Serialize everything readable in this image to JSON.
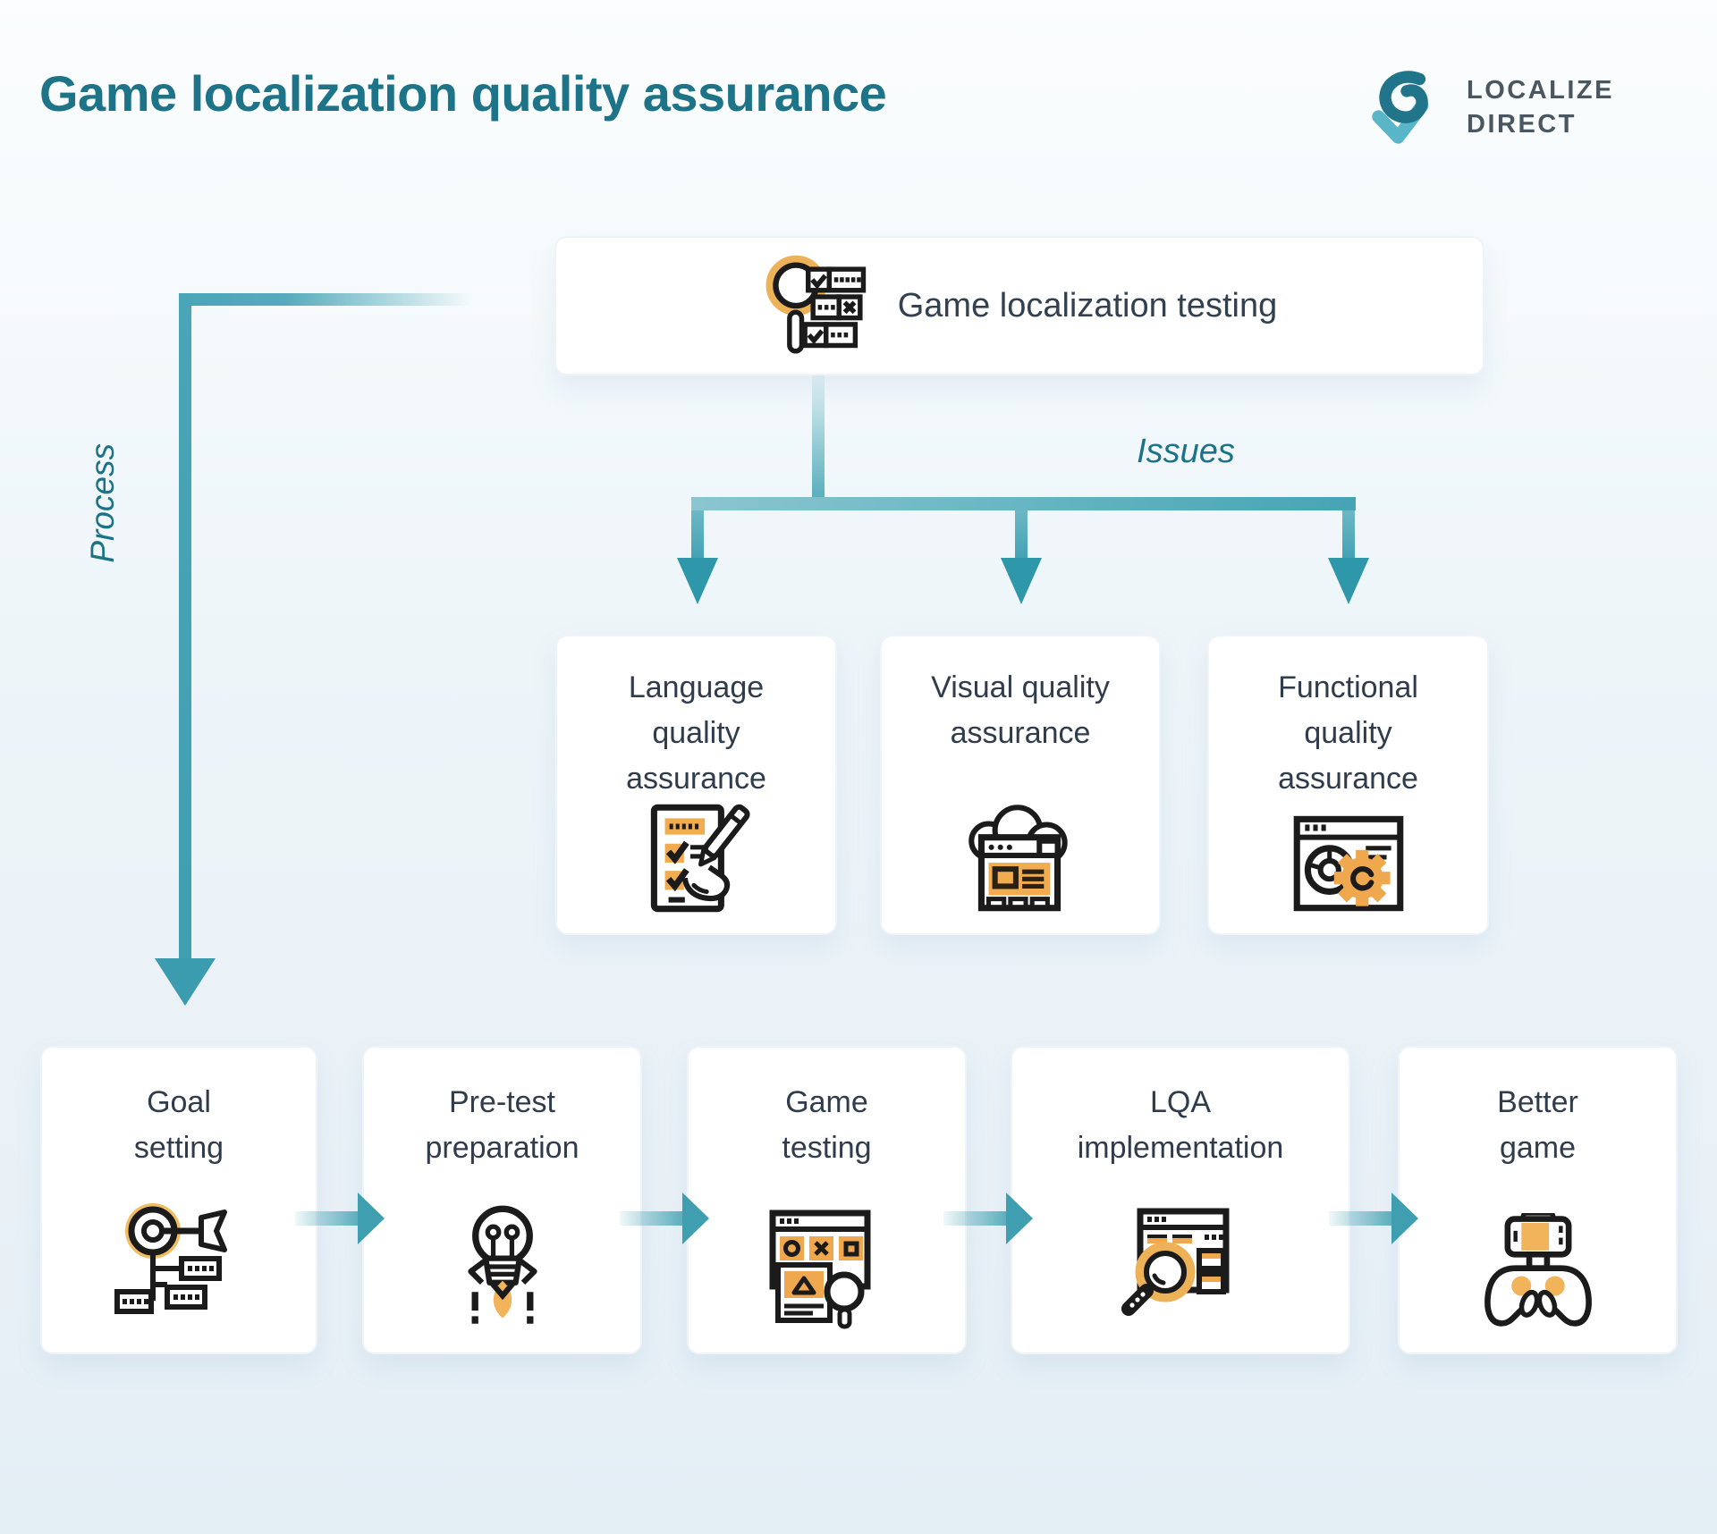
{
  "header": {
    "title": "Game localization quality assurance",
    "logo": {
      "line1": "LOCALIZE",
      "line2": "DIRECT"
    }
  },
  "flow": {
    "root": {
      "label": "Game localization testing",
      "icon": "magnifier-checklist-icon"
    },
    "branch_label": "Issues",
    "process_label": "Process",
    "issue_boxes": [
      {
        "label": "Language quality assurance",
        "icon": "language-qa-icon"
      },
      {
        "label": "Visual quality assurance",
        "icon": "visual-qa-icon"
      },
      {
        "label": "Functional quality assurance",
        "icon": "functional-qa-icon"
      }
    ],
    "process_steps": [
      {
        "label": "Goal setting",
        "icon": "goal-target-icon"
      },
      {
        "label": "Pre-test preparation",
        "icon": "idea-rocket-icon"
      },
      {
        "label": "Game testing",
        "icon": "game-testing-icon"
      },
      {
        "label": "LQA implementation",
        "icon": "search-report-icon"
      },
      {
        "label": "Better game",
        "icon": "gamepad-phone-icon"
      }
    ]
  },
  "colors": {
    "title_teal": "#1d7387",
    "line_teal": "#4aa5b6",
    "arrow_tip_teal": "#2e97aa",
    "icon_orange": "#f0a84e",
    "halo_orange": "#f2bc62",
    "card_text": "#303c4b",
    "logo_gray": "#4a5760",
    "logo_dark_teal": "#20758a",
    "logo_light_teal": "#58b6c8"
  }
}
